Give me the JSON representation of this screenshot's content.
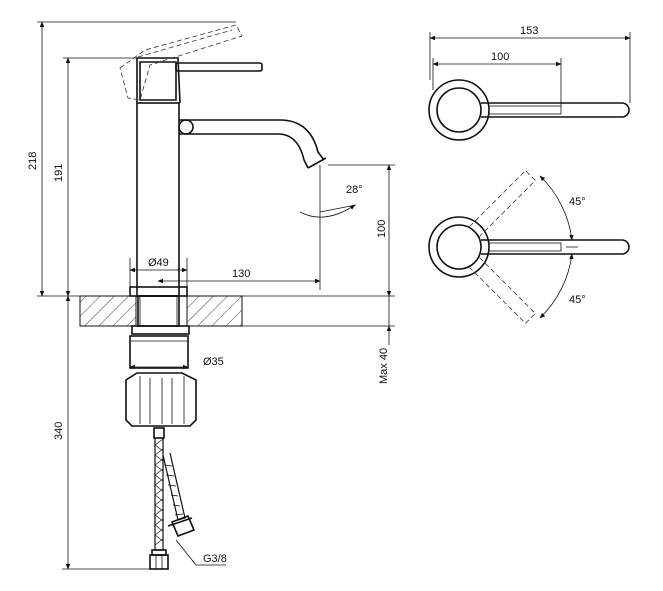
{
  "dimensions": {
    "overall_height": "218",
    "body_height": "191",
    "spout_height": "100",
    "base_diameter": "Ø49",
    "spout_reach": "130",
    "spout_angle": "28°",
    "shank_diameter": "Ø35",
    "max_thickness": "Max 40",
    "hose_length": "340",
    "connector": "G3/8",
    "top_width": "153",
    "top_handle_length": "100",
    "rotation_up": "45°",
    "rotation_down": "45°"
  }
}
